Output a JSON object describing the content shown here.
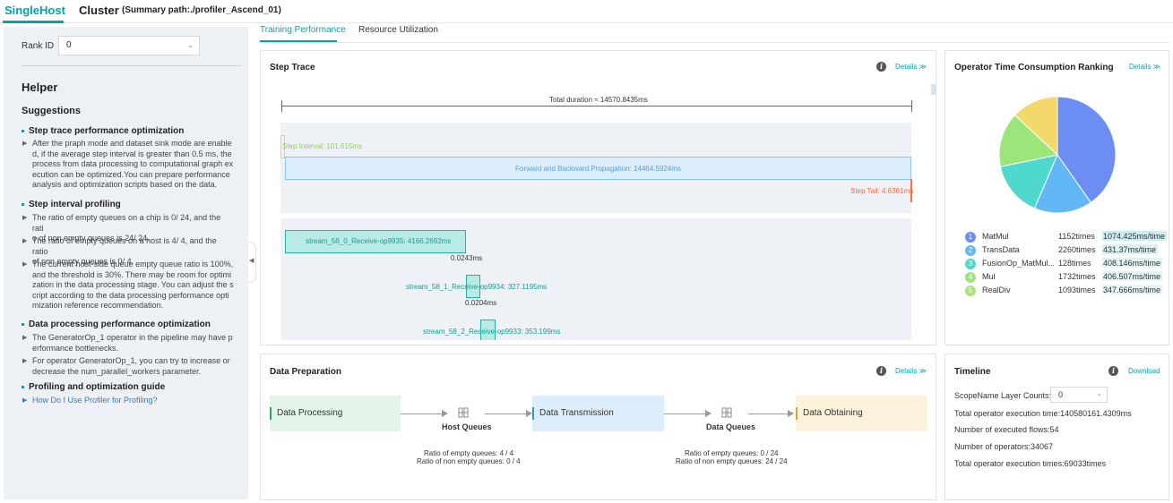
{
  "header": {
    "single_host_tab": "SingleHost",
    "cluster_tab": "Cluster",
    "summary_path": "(Summary path:./profiler_Ascend_01)"
  },
  "sidebar": {
    "rank_label": "Rank ID",
    "rank_value": "0",
    "helper_title": "Helper",
    "suggestions_title": "Suggestions",
    "sections": [
      {
        "title": "Step trace performance optimization",
        "items": [
          "After the praph mode and dataset sink mode are enable\nd, if the average step interval is greater than 0.5 ms, the\nprocess from data processing to computational graph ex\necution can be optimized.You can prepare performance\nanalysis and optimization scripts based on the data."
        ]
      },
      {
        "title": "Step interval profiling",
        "items": [
          "The ratio of empty queues on a chip is 0/ 24, and the rati\no of non empty queues is 24/ 24.",
          "The ratio of empty queues on a host is 4/ 4, and the ratio\nof non empty queues is 0/ 4.",
          "The current host-side queue empty queue ratio is 100%,\nand the threshold is 30%. There may be room for optimi\nzation in the data processing stage. You can adjust the s\ncript according to the data processing performance opti\nmization reference recommendation."
        ]
      },
      {
        "title": "Data processing performance optimization",
        "items": [
          "The GeneratorOp_1 operator in the pipeline may have p\nerformance bottlenecks.",
          "For operator GeneratorOp_1, you can try to increase or\ndecrease the num_parallel_workers parameter."
        ]
      },
      {
        "title": "Profiling and optimization guide",
        "items": [
          "How Do I Use Profiler for Profiling?"
        ]
      }
    ]
  },
  "main_tabs": [
    "Training Performance",
    "Resource Utilization"
  ],
  "step_trace": {
    "title": "Step Trace",
    "details": "Details ≫",
    "total_duration": "Total duration ≈ 14570.8435ms",
    "step_interval": "Step Interval: 101.615ms",
    "fwd_bwd": "Forward and Backward Propagation: 14464.5924ms",
    "step_tail": "Step Tail: 4.6361ms",
    "streams": [
      {
        "label": "stream_58_0_Receive-op9935: 4166.2692ms",
        "gap": "0.0243ms"
      },
      {
        "label": "stream_58_1_Receive-op9934: 327.1195ms",
        "gap": "0.0204ms"
      },
      {
        "label": "stream_58_2_Receive-op9933: 353.199ms",
        "gap": ""
      }
    ]
  },
  "operator_ranking": {
    "title": "Operator Time Consumption Ranking",
    "details": "Details ≫",
    "chart_data": {
      "type": "pie",
      "categories": [
        "MatMul",
        "TransData",
        "FusionOp_MatMul...",
        "Mul",
        "RealDiv"
      ],
      "values": [
        1074.425,
        431.37,
        408.146,
        406.507,
        347.666
      ],
      "slice_colors": [
        "#6c8df2",
        "#62b8f5",
        "#4fd9cc",
        "#9be57b",
        "#f2d96a"
      ]
    },
    "rows": [
      {
        "idx": "1",
        "name": "MatMul",
        "count": "1152times",
        "avg": "1074.425ms/time",
        "color": "#6c8df2"
      },
      {
        "idx": "2",
        "name": "TransData",
        "count": "2260times",
        "avg": "431.37ms/time",
        "color": "#62b8f5"
      },
      {
        "idx": "3",
        "name": "FusionOp_MatMul...",
        "count": "128times",
        "avg": "408.146ms/time",
        "color": "#4fd9cc"
      },
      {
        "idx": "4",
        "name": "Mul",
        "count": "1732times",
        "avg": "406.507ms/time",
        "color": "#9be57b"
      },
      {
        "idx": "5",
        "name": "RealDiv",
        "count": "1093times",
        "avg": "347.666ms/time",
        "color": "#a8e47e"
      }
    ]
  },
  "data_preparation": {
    "title": "Data Preparation",
    "details": "Details ≫",
    "processing": "Data Processing",
    "host_queues": "Host Queues",
    "transmission": "Data Transmission",
    "data_queues": "Data Queues",
    "obtaining": "Data Obtaining",
    "host_empty": "Ratio of empty queues: 4 / 4",
    "host_non_empty": "Ratio of non empty queues: 0 / 4",
    "data_empty": "Ratio of empty queues: 0 / 24",
    "data_non_empty": "Ratio of non empty queues: 24 / 24"
  },
  "timeline": {
    "title": "Timeline",
    "download": "Download",
    "scope_label": "ScopeName Layer Counts:",
    "scope_value": "0",
    "total_exec_time": "Total operator execution time:140580161.4309ms",
    "flows": "Number of executed flows:54",
    "operators": "Number of operators:34067",
    "exec_times": "Total operator execution times:69033times"
  }
}
